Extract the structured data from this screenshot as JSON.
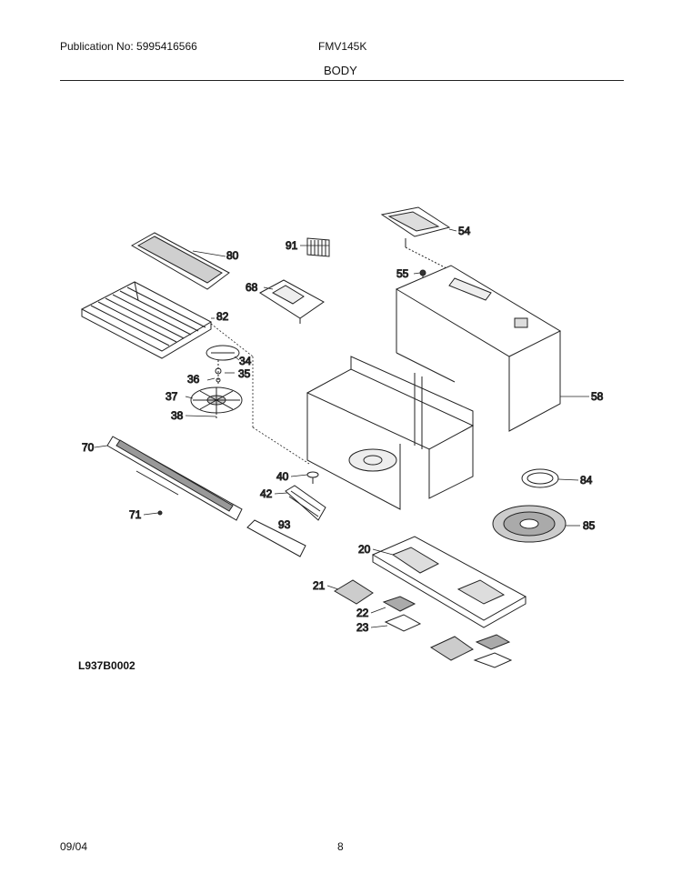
{
  "header": {
    "publication": "Publication No: 5995416566",
    "model": "FMV145K",
    "section_title": "BODY"
  },
  "diagram": {
    "code": "L937B0002",
    "parts": [
      {
        "id": "p54",
        "label": "54"
      },
      {
        "id": "p91",
        "label": "91"
      },
      {
        "id": "p80",
        "label": "80"
      },
      {
        "id": "p55",
        "label": "55"
      },
      {
        "id": "p68",
        "label": "68"
      },
      {
        "id": "p82",
        "label": "82"
      },
      {
        "id": "p34",
        "label": "34"
      },
      {
        "id": "p36",
        "label": "36"
      },
      {
        "id": "p35",
        "label": "35"
      },
      {
        "id": "p37",
        "label": "37"
      },
      {
        "id": "p58",
        "label": "58"
      },
      {
        "id": "p38",
        "label": "38"
      },
      {
        "id": "p70",
        "label": "70"
      },
      {
        "id": "p40",
        "label": "40"
      },
      {
        "id": "p84",
        "label": "84"
      },
      {
        "id": "p42",
        "label": "42"
      },
      {
        "id": "p71",
        "label": "71"
      },
      {
        "id": "p93",
        "label": "93"
      },
      {
        "id": "p85",
        "label": "85"
      },
      {
        "id": "p20",
        "label": "20"
      },
      {
        "id": "p21",
        "label": "21"
      },
      {
        "id": "p22",
        "label": "22"
      },
      {
        "id": "p23",
        "label": "23"
      }
    ]
  },
  "footer": {
    "date": "09/04",
    "page": "8"
  }
}
